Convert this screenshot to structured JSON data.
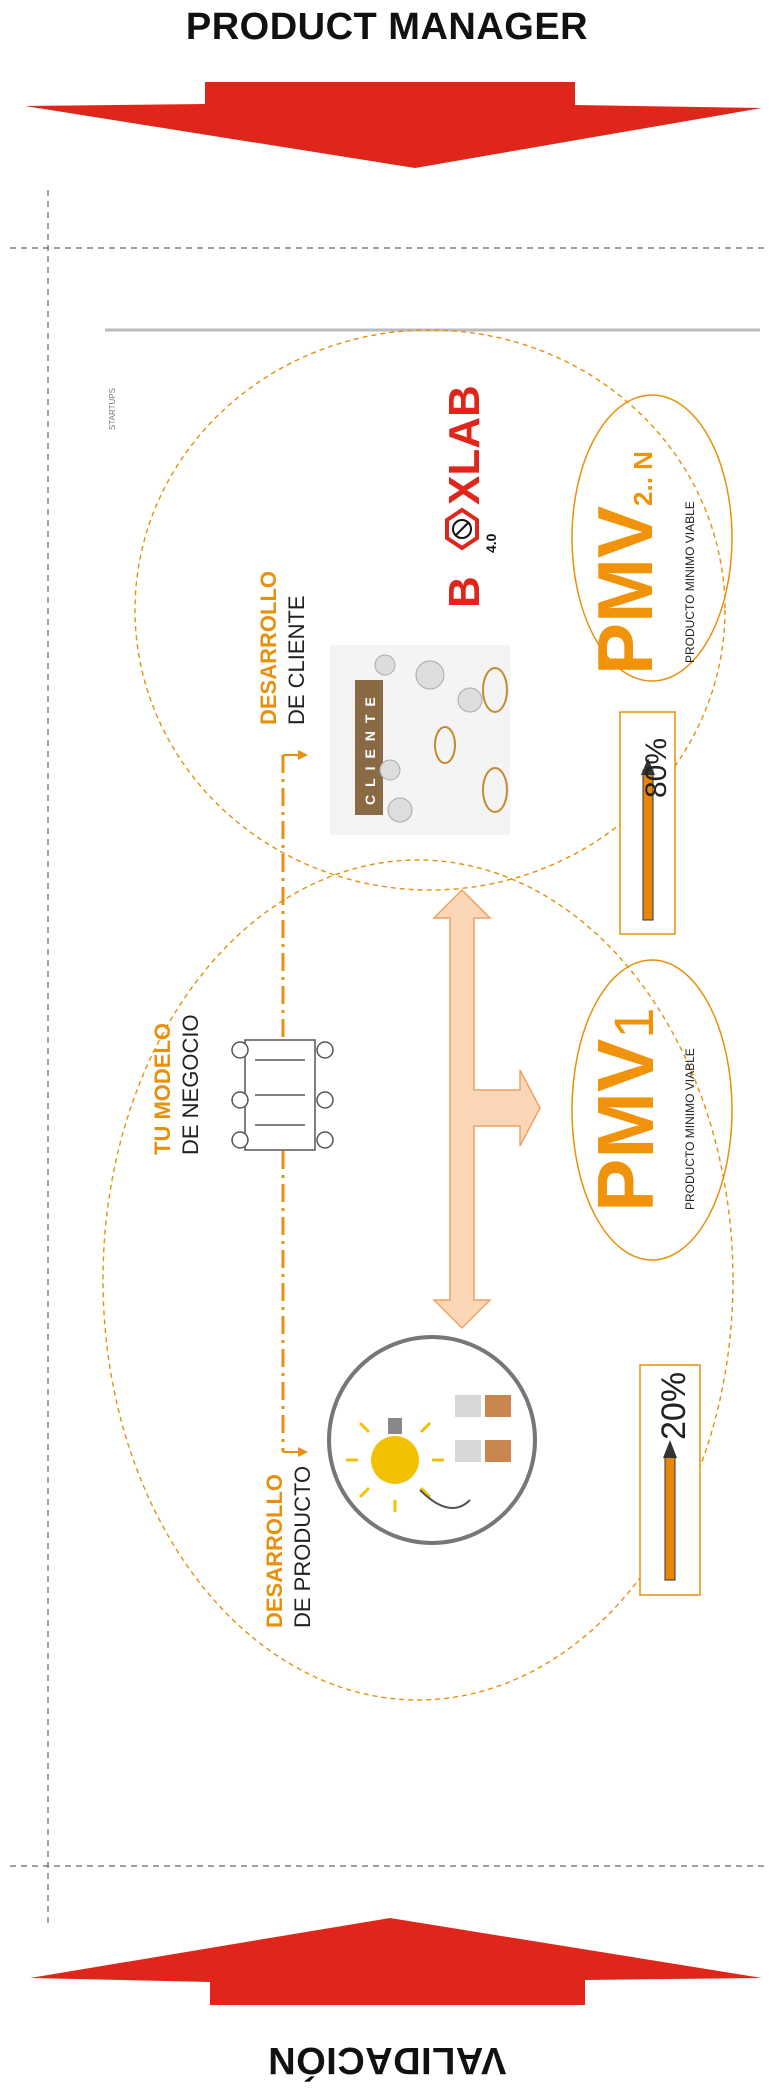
{
  "header": {
    "title": "PRODUCT MANAGER"
  },
  "footer": {
    "title": "VALIDACIÓN"
  },
  "tag": "STARTUPS",
  "desarrollo_producto": {
    "line1": "DESARROLLO",
    "line2": "DE PRODUCTO"
  },
  "modelo_negocio": {
    "line1": "TU MODELO",
    "line2": "DE NEGOCIO"
  },
  "desarrollo_cliente": {
    "line1": "DESARROLLO",
    "line2": "DE CLIENTE"
  },
  "pmv1": {
    "main": "PMV",
    "sub": "1",
    "caption": "PRODUCTO MINIMO VIABLE"
  },
  "pmv2": {
    "main": "PMV",
    "sub": "2.. N",
    "caption": "PRODUCTO MINIMO VIABLE"
  },
  "progress_1": {
    "label": "20%",
    "value": 0.2
  },
  "progress_2": {
    "label": "80%",
    "value": 0.8
  },
  "logo": {
    "text_b": "B",
    "text_rest": "XLAB",
    "version": "4.0"
  },
  "cliente_letters": "CLIENTE",
  "colors": {
    "accent": "#e8900c",
    "red": "#e0261a",
    "arrow_light": "#f9c9a0"
  }
}
